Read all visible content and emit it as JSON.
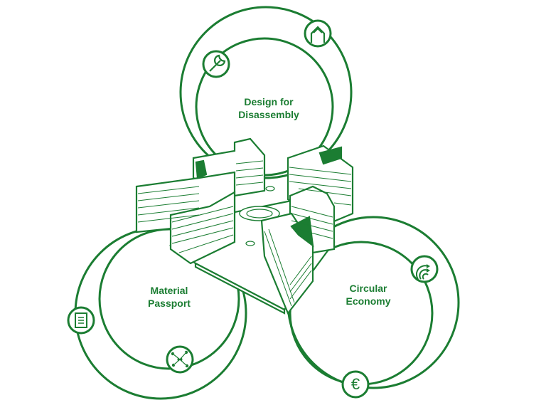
{
  "colors": {
    "accent": "#1b7d32",
    "background": "#ffffff"
  },
  "cycles": [
    {
      "id": "design",
      "line1": "Design for",
      "line2": "Disassembly",
      "icons": [
        "wrench-icon",
        "house-upload-icon"
      ]
    },
    {
      "id": "passport",
      "line1": "Material",
      "line2": "Passport",
      "icons": [
        "document-icon",
        "network-icon"
      ]
    },
    {
      "id": "circular",
      "line1": "Circular",
      "line2": "Economy",
      "icons": [
        "recycle-arrows-icon",
        "euro-icon"
      ]
    }
  ],
  "icon_glyphs": {
    "euro": "€"
  }
}
